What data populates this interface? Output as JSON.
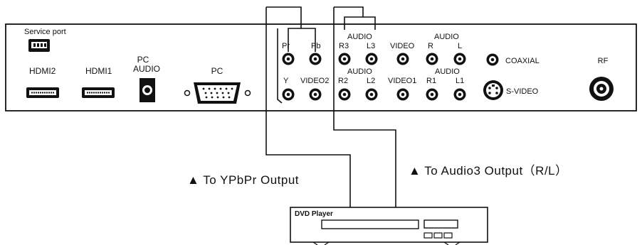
{
  "panel": {
    "service_port": "Service port",
    "hdmi2": "HDMI2",
    "hdmi1": "HDMI1",
    "pc_audio_line1": "PC",
    "pc_audio_line2": "AUDIO",
    "pc": "PC",
    "coaxial": "COAXIAL",
    "rf": "RF",
    "s_video": "S-VIDEO"
  },
  "jacks": {
    "pr": "Pr",
    "pb": "Pb",
    "y": "Y",
    "video2": "VIDEO2",
    "audio": "AUDIO",
    "r3": "R3",
    "l3": "L3",
    "r2": "R2",
    "l2": "L2",
    "video": "VIDEO",
    "video1": "VIDEO1",
    "r": "R",
    "l": "L",
    "r1": "R1",
    "l1": "L1"
  },
  "notes": {
    "ypbpr": "▲ To YPbPr Output",
    "audio3": "▲ To Audio3 Output（R/L）"
  },
  "device": {
    "name": "DVD Player"
  }
}
